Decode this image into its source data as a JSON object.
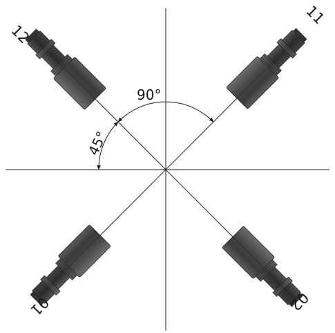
{
  "sensors": [
    {
      "label": "12"
    },
    {
      "label": "11"
    },
    {
      "label": "01"
    },
    {
      "label": "02"
    }
  ],
  "angles": {
    "between_sensors": "90°",
    "to_horizontal": "45°"
  },
  "colors": {
    "line": "#1a1a1a",
    "body_dark": "#3b3b3b",
    "body_mid": "#5a5a5a",
    "body_light": "#7a7a7a",
    "background": "#ffffff"
  }
}
